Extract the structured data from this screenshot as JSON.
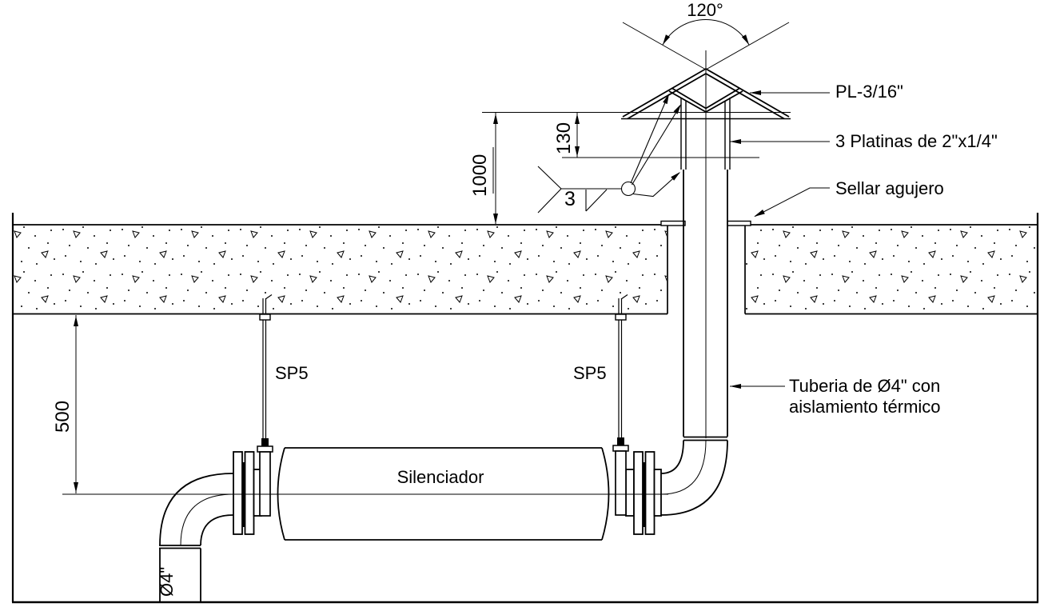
{
  "labels": {
    "angle": "120°",
    "plate": "PL-3/16\"",
    "platinas": "3 Platinas de 2\"x1/4\"",
    "seal": "Sellar agujero",
    "pipe_line1": "Tuberia de Ø4\" con",
    "pipe_line2": "aislamiento térmico",
    "hanger_left": "SP5",
    "hanger_right": "SP5",
    "silencer": "Silenciador",
    "pipe_diameter": "Ø4\"",
    "weld_size": "3"
  },
  "dimensions": {
    "cap_to_roof": "1000",
    "cap_skirt": "130",
    "roof_to_center": "500"
  },
  "colors": {
    "line": "#000000",
    "background": "#ffffff"
  }
}
